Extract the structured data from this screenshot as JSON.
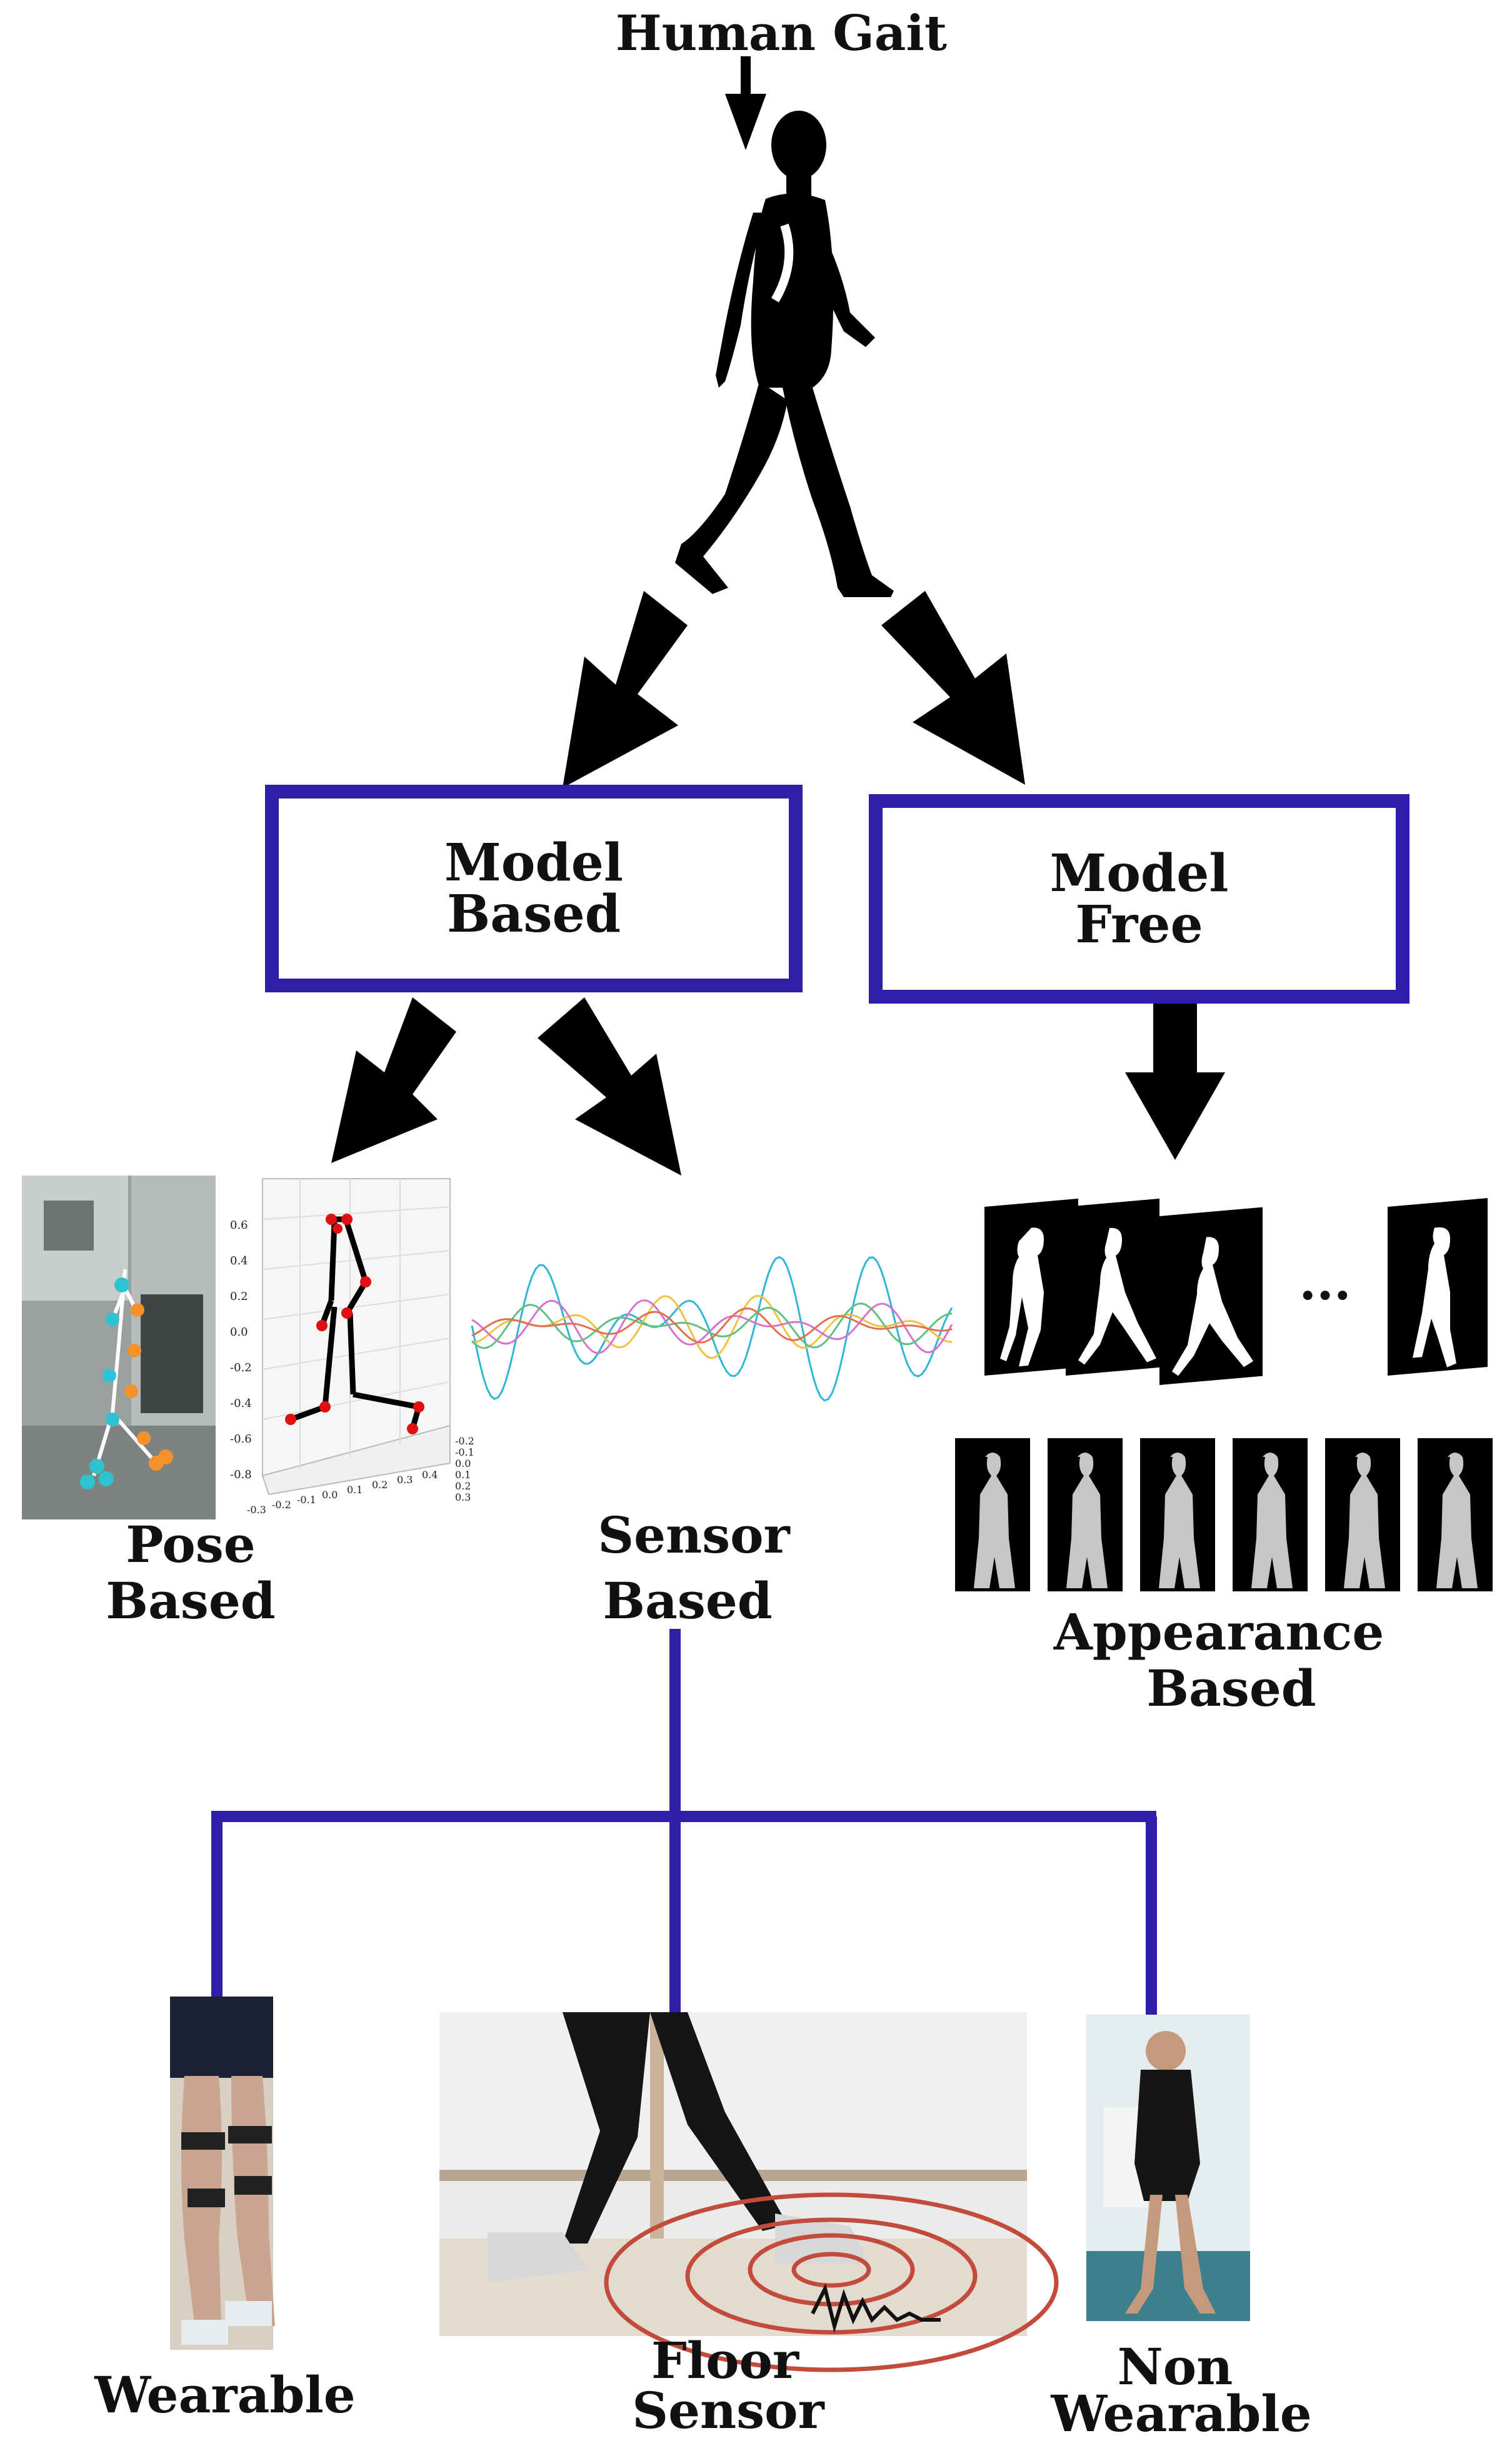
{
  "title": "Human Gait",
  "nodes": {
    "model_based": [
      "Model",
      "Based"
    ],
    "model_free": [
      "Model",
      "Free"
    ],
    "pose_based": [
      "Pose",
      "Based"
    ],
    "sensor_based": [
      "Sensor",
      "Based"
    ],
    "appearance_based": [
      "Appearance",
      "Based"
    ],
    "wearable": [
      "Wearable"
    ],
    "floor_sensor": [
      "Floor",
      "Sensor"
    ],
    "non_wearable": [
      "Non",
      "Wearable"
    ]
  },
  "misc": {
    "ellipsis": "..."
  },
  "pose_plot_ticks": {
    "y": [
      "0.6",
      "0.4",
      "0.2",
      "0.0",
      "-0.2",
      "-0.4",
      "-0.6",
      "-0.8"
    ],
    "x": [
      "-0.3",
      "-0.2",
      "-0.1",
      "0.0",
      "0.1",
      "0.2",
      "0.3",
      "0.4"
    ],
    "z": [
      "-0.2",
      "-0.1",
      "0.0",
      "0.1",
      "0.2",
      "0.3"
    ]
  },
  "colors": {
    "box_border": "#2e1fa6",
    "connector": "#2e1fa6",
    "arrow": "#000000"
  }
}
